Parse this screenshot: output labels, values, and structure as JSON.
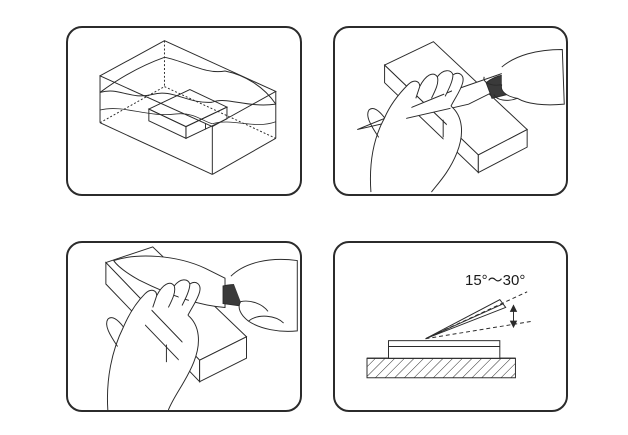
{
  "panels": [
    {
      "id": "soak-stone"
    },
    {
      "id": "hold-stone"
    },
    {
      "id": "sharpen-knife"
    },
    {
      "id": "sharpening-angle",
      "angle_label": "15°～30°"
    }
  ],
  "colors": {
    "line": "#2b2b2b",
    "knife_handle": "#3a3a3a",
    "background": "#ffffff"
  }
}
